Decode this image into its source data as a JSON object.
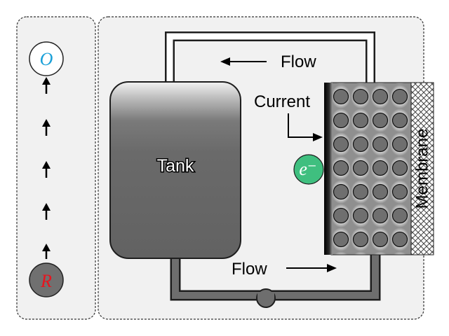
{
  "left_panel": {
    "top_species": "O",
    "bottom_species": "R",
    "top_color": "#1aa0d8",
    "bottom_color": "#e8141e",
    "arrow_count": 5
  },
  "main_panel": {
    "tank_label": "Tank",
    "flow_top_label": "Flow",
    "flow_bottom_label": "Flow",
    "current_label": "Current",
    "electron_label": "e⁻",
    "electron_color": "#3fbf7f",
    "membrane_label": "Membrane"
  }
}
